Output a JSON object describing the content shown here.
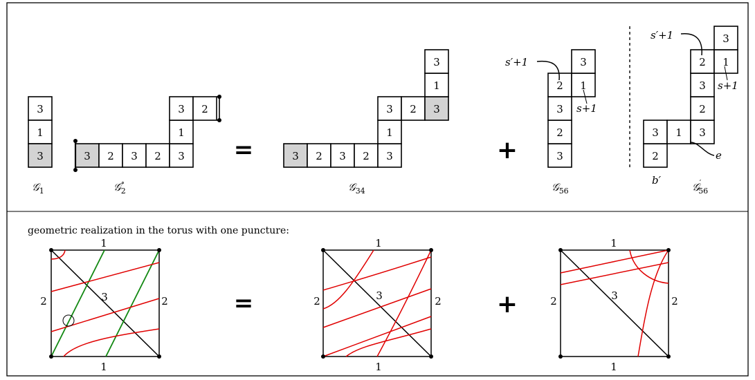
{
  "labels": {
    "g1": "𝒢",
    "g1_sub": "1",
    "g2": "𝒢",
    "g2_sub": "2",
    "g2_sup": "∘",
    "g34": "𝒢",
    "g34_sub": "34",
    "g56": "𝒢",
    "g56_sub": "56",
    "g56p": "𝒢",
    "g56p_sub": "56",
    "g56p_prime": "′"
  },
  "annotations": {
    "s_prime_plus_1": "s′+1",
    "s_plus_1": "s+1",
    "e": "e",
    "b_prime": "b′"
  },
  "operators": {
    "equals": "=",
    "plus": "+"
  },
  "caption": "geometric realization in the torus with one puncture:",
  "torus_labels": {
    "top": "1",
    "bottom": "1",
    "left": "2",
    "right": "2",
    "diag": "3"
  },
  "grids": {
    "g1": [
      {
        "v": "3",
        "shaded": false
      },
      {
        "v": "1",
        "shaded": false
      },
      {
        "v": "3",
        "shaded": true
      }
    ],
    "g2": [
      {
        "v": "3",
        "shaded": true
      },
      {
        "v": "2",
        "shaded": false
      },
      {
        "v": "3",
        "shaded": false
      },
      {
        "v": "2",
        "shaded": false
      },
      {
        "v": "3",
        "shaded": false
      },
      {
        "v": "1",
        "shaded": false
      },
      {
        "v": "3",
        "shaded": false
      },
      {
        "v": "2",
        "shaded": false
      }
    ],
    "g34": [
      {
        "v": "3",
        "shaded": true
      },
      {
        "v": "2",
        "shaded": false
      },
      {
        "v": "3",
        "shaded": false
      },
      {
        "v": "2",
        "shaded": false
      },
      {
        "v": "3",
        "shaded": false
      },
      {
        "v": "1",
        "shaded": false
      },
      {
        "v": "3",
        "shaded": false
      },
      {
        "v": "2",
        "shaded": false
      },
      {
        "v": "3",
        "shaded": true
      },
      {
        "v": "1",
        "shaded": false
      },
      {
        "v": "3",
        "shaded": false
      }
    ],
    "g56": [
      {
        "v": "3",
        "shaded": false
      },
      {
        "v": "2",
        "shaded": false
      },
      {
        "v": "3",
        "shaded": false
      },
      {
        "v": "2",
        "shaded": false
      },
      {
        "v": "1",
        "shaded": false
      },
      {
        "v": "3",
        "shaded": false
      }
    ],
    "g56p": [
      {
        "v": "2",
        "shaded": false
      },
      {
        "v": "3",
        "shaded": false
      },
      {
        "v": "1",
        "shaded": false
      },
      {
        "v": "3",
        "shaded": false
      },
      {
        "v": "2",
        "shaded": false
      },
      {
        "v": "3",
        "shaded": false
      },
      {
        "v": "2",
        "shaded": false
      },
      {
        "v": "1",
        "shaded": false
      },
      {
        "v": "3",
        "shaded": false
      }
    ]
  }
}
